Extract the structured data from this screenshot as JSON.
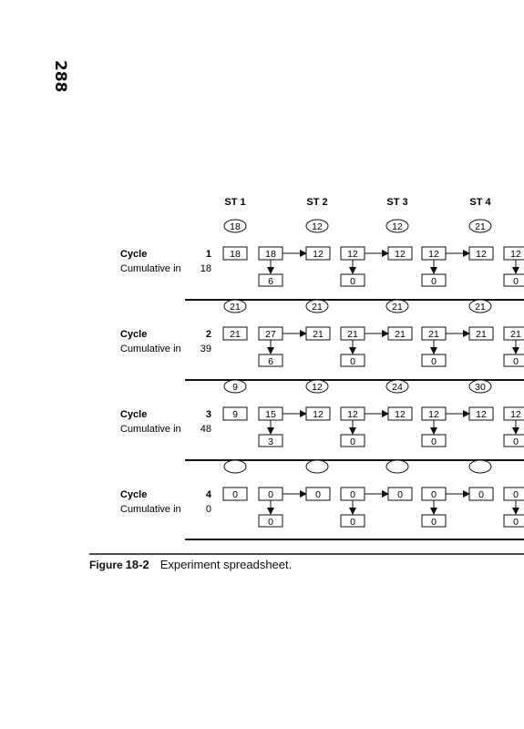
{
  "page_number": "288",
  "stations": [
    "ST 1",
    "ST 2",
    "ST 3",
    "ST 4"
  ],
  "row_labels": {
    "cycle": "Cycle",
    "cumulative": "Cumulative in"
  },
  "cycles": [
    {
      "cycle": "1",
      "cumulative": "18",
      "ovals": [
        "18",
        "12",
        "12",
        "21"
      ],
      "first_box": "18",
      "pairs": [
        [
          "18",
          "12"
        ],
        [
          "12",
          "12"
        ],
        [
          "12",
          "12"
        ],
        [
          "12",
          ""
        ]
      ],
      "bottoms": [
        "6",
        "0",
        "0",
        "0"
      ]
    },
    {
      "cycle": "2",
      "cumulative": "39",
      "ovals": [
        "21",
        "21",
        "21",
        "21"
      ],
      "first_box": "21",
      "pairs": [
        [
          "27",
          "21"
        ],
        [
          "21",
          "21"
        ],
        [
          "21",
          "21"
        ],
        [
          "21",
          ""
        ]
      ],
      "bottoms": [
        "6",
        "0",
        "0",
        "0"
      ]
    },
    {
      "cycle": "3",
      "cumulative": "48",
      "ovals": [
        "9",
        "12",
        "24",
        "30"
      ],
      "first_box": "9",
      "pairs": [
        [
          "15",
          "12"
        ],
        [
          "12",
          "12"
        ],
        [
          "12",
          "12"
        ],
        [
          "12",
          ""
        ]
      ],
      "bottoms": [
        "3",
        "0",
        "0",
        "0"
      ]
    },
    {
      "cycle": "4",
      "cumulative": "0",
      "ovals": [
        "",
        "",
        "",
        ""
      ],
      "first_box": "0",
      "pairs": [
        [
          "0",
          "0"
        ],
        [
          "0",
          "0"
        ],
        [
          "0",
          "0"
        ],
        [
          "0",
          ""
        ]
      ],
      "bottoms": [
        "0",
        "0",
        "0",
        "0"
      ]
    }
  ],
  "caption": {
    "figure_word": "Figure",
    "figure_number": "18-2",
    "text": "Experiment spreadsheet."
  }
}
